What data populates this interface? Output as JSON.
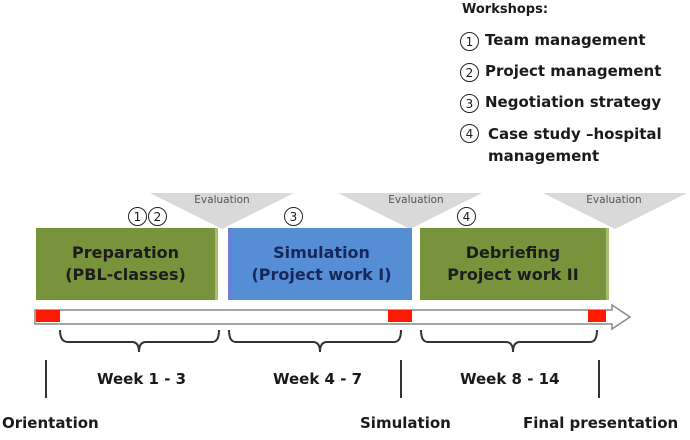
{
  "legend": {
    "title": "Workshops:",
    "items": [
      {
        "num": "1",
        "label": "Team management"
      },
      {
        "num": "2",
        "label": "Project management"
      },
      {
        "num": "3",
        "label": "Negotiation strategy"
      },
      {
        "num": "4",
        "label": "Case study –hospital",
        "label2": "management"
      }
    ]
  },
  "evaluation_label": "Evaluation",
  "phases": [
    {
      "line1": "Preparation",
      "line2": "(PBL-classes)",
      "color": "#77933c",
      "workshops": [
        "1",
        "2"
      ]
    },
    {
      "line1": "Simulation",
      "line2": "(Project work I)",
      "color": "#558ed5",
      "workshops": [
        "3"
      ]
    },
    {
      "line1": "Debriefing",
      "line2": "Project work II",
      "color": "#77933c",
      "workshops": [
        "4"
      ]
    }
  ],
  "weeks": [
    "Week 1 - 3",
    "Week 4 - 7",
    "Week 8 - 14"
  ],
  "milestones": [
    "Orientation",
    "Simulation",
    "Final presentation"
  ],
  "colors": {
    "milestone_marker": "#ff1a00",
    "evaluation": "#d9d9d9"
  }
}
